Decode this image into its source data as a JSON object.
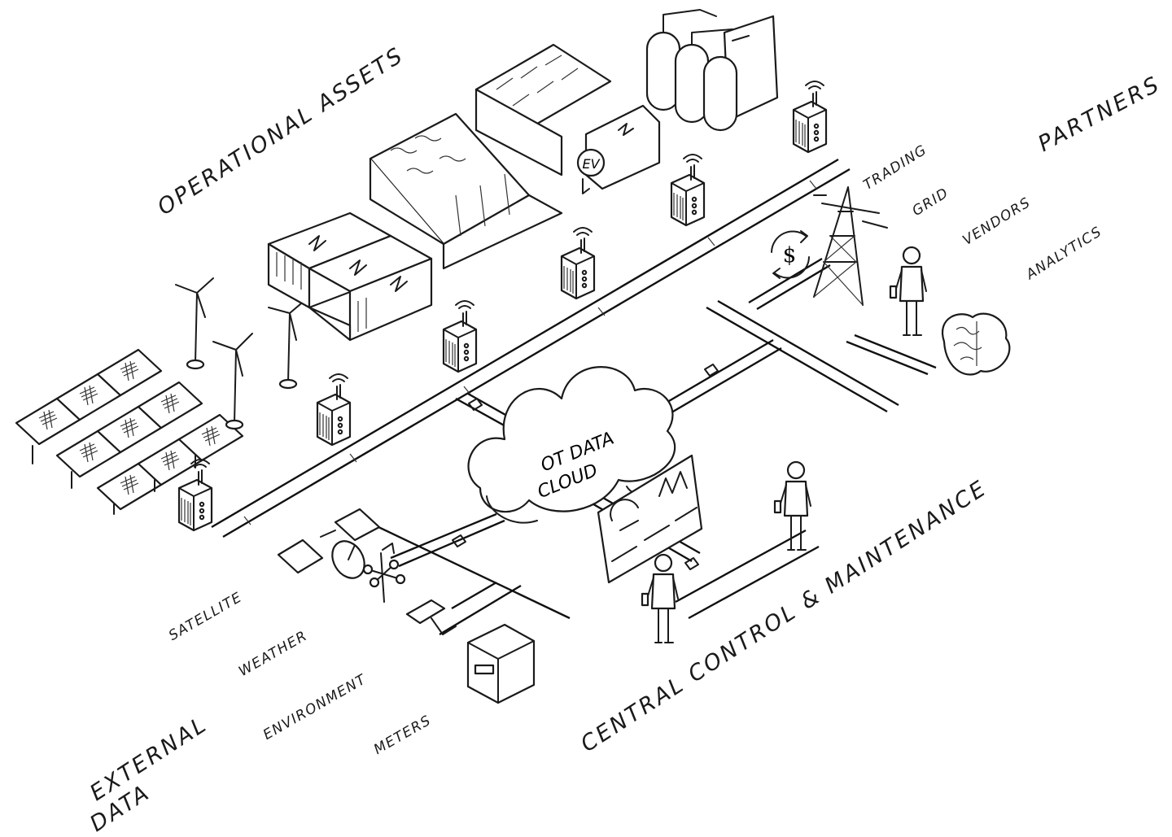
{
  "labels": {
    "operational_assets": "OPERATIONAL ASSETS",
    "partners": "PARTNERS",
    "trading": "TRADING",
    "grid": "GRID",
    "vendors": "VENDORS",
    "analytics": "ANALYTICS",
    "cloud_line1": "OT DATA",
    "cloud_line2": "CLOUD",
    "central": "CENTRAL CONTROL & MAINTENANCE",
    "satellite": "SATELLITE",
    "weather": "WEATHER",
    "environment": "ENVIRONMENT",
    "meters": "METERS",
    "external_line1": "EXTERNAL",
    "external_line2": "DATA",
    "ev": "EV",
    "dollar": "$"
  },
  "icons": {
    "solar": "solar-panel-array-icon",
    "wind": "wind-turbine-icon",
    "battery": "battery-container-icon",
    "hydro": "hydro-dam-icon",
    "ev": "ev-charger-icon",
    "tanks": "gas-tank-plant-icon",
    "gateway": "iot-gateway-icon",
    "tower": "transmission-tower-icon",
    "brain": "brain-icon",
    "dashboard": "dashboard-screen-icon",
    "worker": "worker-icon",
    "satellite": "satellite-dish-icon",
    "anemometer": "anemometer-icon",
    "camera": "camera-icon",
    "meter": "meter-box-icon"
  }
}
